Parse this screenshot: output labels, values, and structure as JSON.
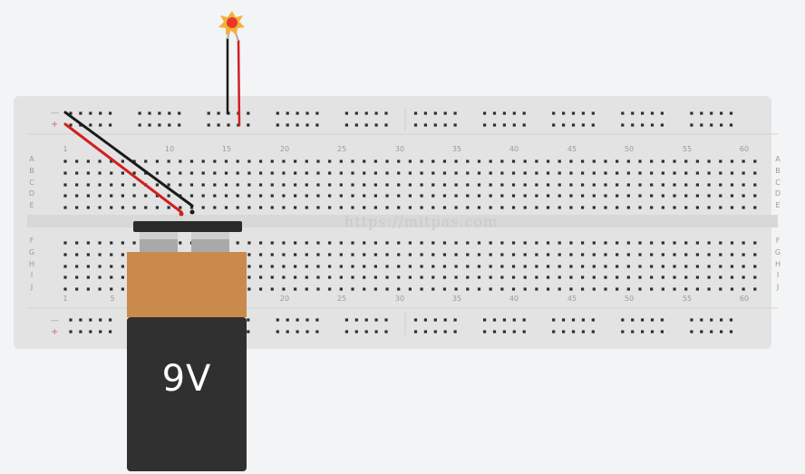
{
  "breadboard": {
    "rail_minus": "—",
    "rail_plus": "+",
    "column_numbers": [
      "1",
      "10",
      "15",
      "20",
      "25",
      "30",
      "35",
      "40",
      "45",
      "50",
      "55",
      "60"
    ],
    "column_numbers_bottom": [
      "1",
      "5",
      "20",
      "25",
      "30",
      "35",
      "40",
      "45",
      "50",
      "55",
      "60"
    ],
    "row_letters_top": [
      "A",
      "B",
      "C",
      "D",
      "E"
    ],
    "row_letters_bottom": [
      "F",
      "G",
      "H",
      "I",
      "J"
    ]
  },
  "battery": {
    "label": "9V"
  },
  "watermark": "https://mitpas.com",
  "colors": {
    "board": "#e3e3e3",
    "hole": "#2d2d2d",
    "wire_red": "#d21f1f",
    "wire_black": "#1a1a1a",
    "battery_copper": "#c98a4b",
    "battery_body": "#303030",
    "led": "#e8382a"
  }
}
